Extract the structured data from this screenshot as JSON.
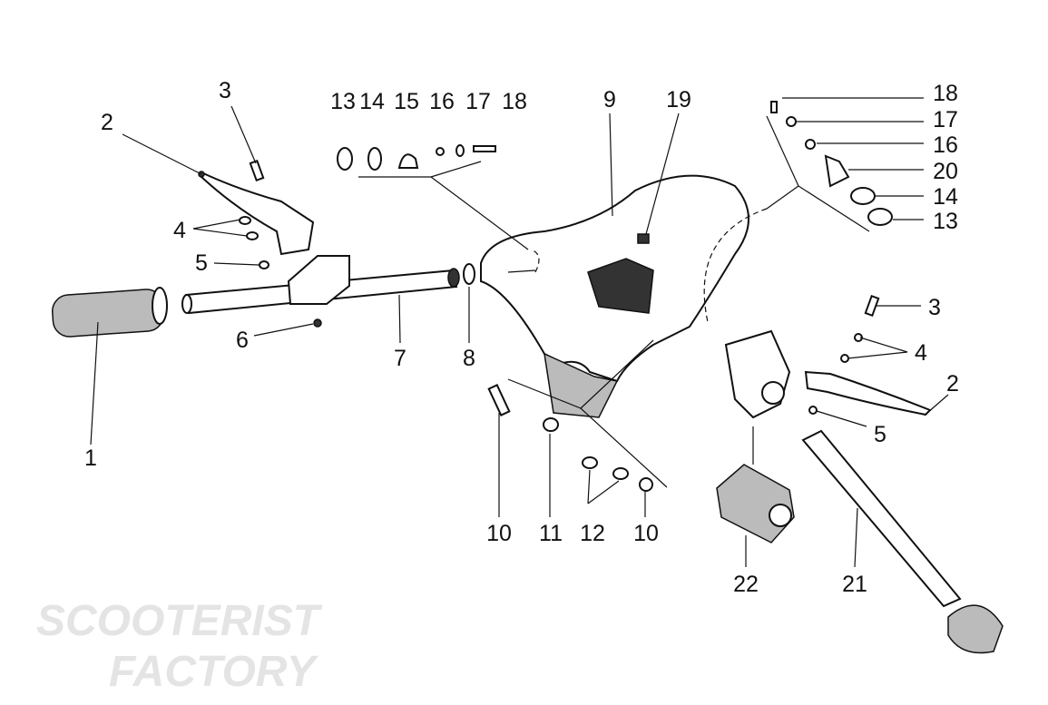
{
  "diagram": {
    "title": "Handlebar exploded parts diagram",
    "watermark": [
      "SCOOTERIST",
      "FACTORY"
    ],
    "callouts": [
      "1",
      "2",
      "3",
      "4",
      "5",
      "6",
      "7",
      "8",
      "9",
      "10",
      "11",
      "12",
      "10",
      "13",
      "14",
      "15",
      "16",
      "17",
      "18",
      "19",
      "18",
      "17",
      "16",
      "20",
      "14",
      "13",
      "3",
      "4",
      "2",
      "5",
      "22",
      "21"
    ]
  }
}
